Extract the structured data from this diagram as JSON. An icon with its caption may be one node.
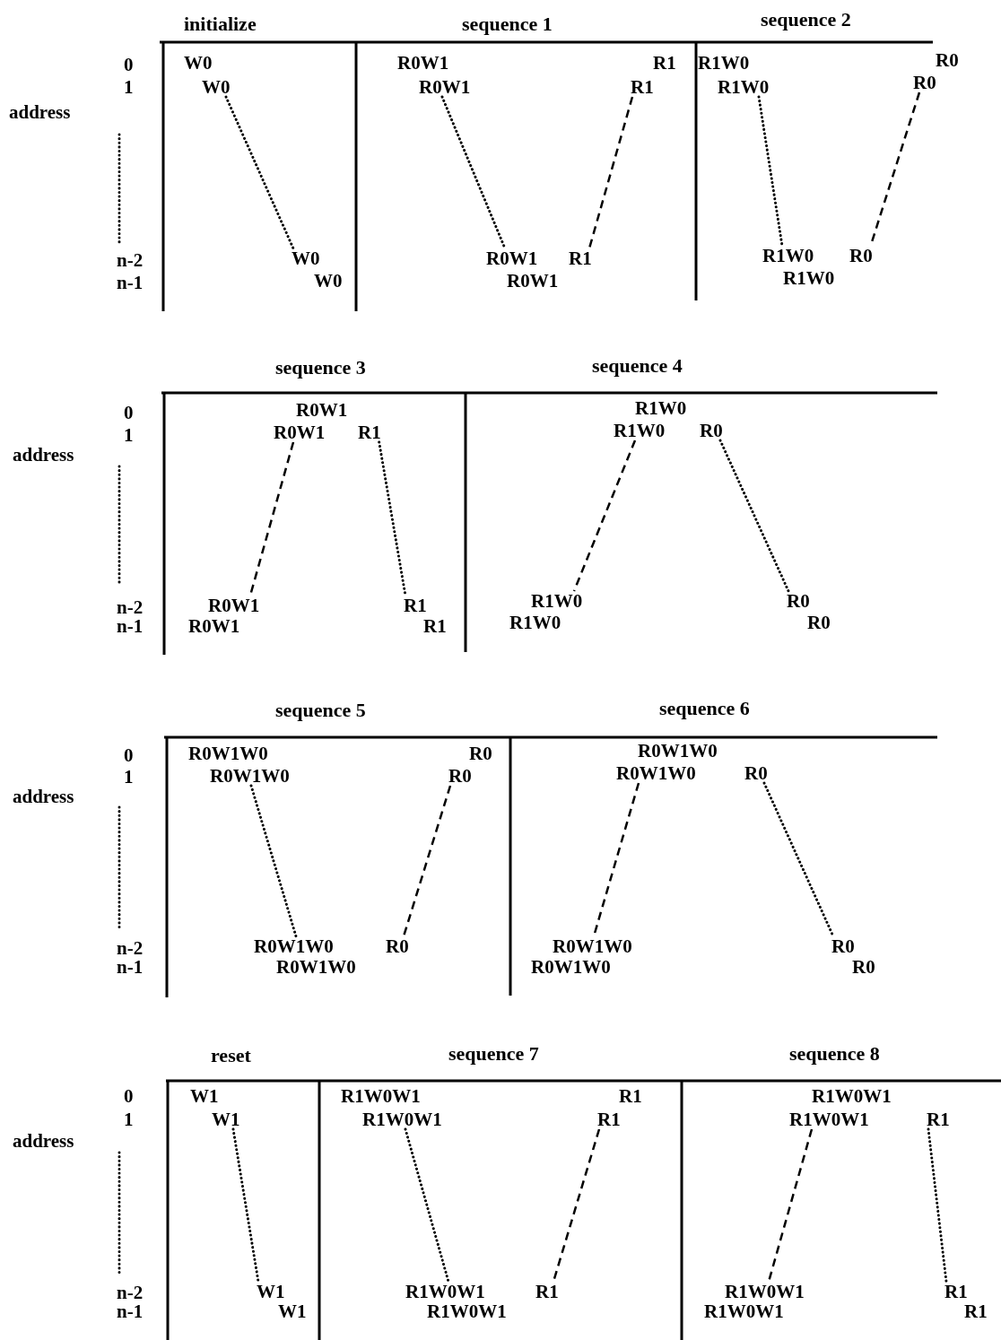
{
  "diagram": {
    "nodes": [
      {
        "text": [
          "W0"
        ]
      },
      {
        "text": [
          "W0"
        ]
      },
      {
        "text": [
          "W0"
        ]
      },
      {
        "text": [
          "W0"
        ]
      },
      {
        "text": [
          "R0W1"
        ]
      },
      {
        "text": [
          "R1"
        ]
      },
      {
        "text": [
          "R0W1"
        ]
      },
      {
        "text": [
          "R1"
        ]
      },
      {
        "text": [
          "R0W1"
        ]
      },
      {
        "text": [
          "R1"
        ]
      },
      {
        "text": [
          "R0W1"
        ]
      },
      {
        "text": [
          "R1W0"
        ]
      },
      {
        "text": [
          "R0"
        ]
      },
      {
        "text": [
          "R1W0"
        ]
      },
      {
        "text": [
          "R0"
        ]
      },
      {
        "text": [
          "R1W0"
        ]
      },
      {
        "text": [
          "R0"
        ]
      },
      {
        "text": [
          "R1W0"
        ]
      },
      {
        "text": [
          "R0W1"
        ]
      },
      {
        "text": [
          "R0W1"
        ]
      },
      {
        "text": [
          "R1"
        ]
      },
      {
        "text": [
          "R0W1"
        ]
      },
      {
        "text": [
          "R1"
        ]
      },
      {
        "text": [
          "R0W1"
        ]
      },
      {
        "text": [
          "R1"
        ]
      },
      {
        "text": [
          "R1W0"
        ]
      },
      {
        "text": [
          "R1W0"
        ]
      },
      {
        "text": [
          "R0"
        ]
      },
      {
        "text": [
          "R1W0"
        ]
      },
      {
        "text": [
          "R0"
        ]
      },
      {
        "text": [
          "R1W0"
        ]
      },
      {
        "text": [
          "R0"
        ]
      },
      {
        "text": [
          "R0W1W0"
        ]
      },
      {
        "text": [
          "R0"
        ]
      },
      {
        "text": [
          "R0W1W0"
        ]
      },
      {
        "text": [
          "R0"
        ]
      },
      {
        "text": [
          "R0W1W0"
        ]
      },
      {
        "text": [
          "R0"
        ]
      },
      {
        "text": [
          "R0W1W0"
        ]
      },
      {
        "text": [
          "R0W1W0"
        ]
      },
      {
        "text": [
          "R0W1W0"
        ]
      },
      {
        "text": [
          "R0"
        ]
      },
      {
        "text": [
          "R0W1W0"
        ]
      },
      {
        "text": [
          "R0"
        ]
      },
      {
        "text": [
          "R0W1W0"
        ]
      },
      {
        "text": [
          "R0"
        ]
      },
      {
        "text": [
          "W1"
        ]
      },
      {
        "text": [
          "W1"
        ]
      },
      {
        "text": [
          "W1"
        ]
      },
      {
        "text": [
          "W1"
        ]
      },
      {
        "text": [
          "R1W0W1"
        ]
      },
      {
        "text": [
          "R1"
        ]
      },
      {
        "text": [
          "R1W0W1"
        ]
      },
      {
        "text": [
          "R1"
        ]
      },
      {
        "text": [
          "R1W0W1"
        ]
      },
      {
        "text": [
          "R1"
        ]
      },
      {
        "text": [
          "R1W0W1"
        ]
      },
      {
        "text": [
          "R1W0W1"
        ]
      },
      {
        "text": [
          "R1W0W1"
        ]
      },
      {
        "text": [
          "R1"
        ]
      },
      {
        "text": [
          "R1W0W1"
        ]
      },
      {
        "text": [
          "R1"
        ]
      },
      {
        "text": [
          "R1W0W1"
        ]
      },
      {
        "text": [
          "R1"
        ]
      }
    ],
    "edges": [
      {
        "from": 1,
        "to": 2,
        "arrow": "none"
      },
      {
        "from": 6,
        "to": 8,
        "arrow": "none"
      },
      {
        "from": 7,
        "to": 9,
        "arrow": "none",
        "style": "dashed"
      },
      {
        "from": 13,
        "to": 15,
        "arrow": "none"
      },
      {
        "from": 14,
        "to": 16,
        "arrow": "none",
        "style": "dashed"
      },
      {
        "from": 19,
        "to": 21,
        "arrow": "none",
        "style": "dashed"
      },
      {
        "from": 20,
        "to": 22,
        "arrow": "none"
      },
      {
        "from": 26,
        "to": 28,
        "arrow": "none",
        "style": "dashed"
      },
      {
        "from": 27,
        "to": 29,
        "arrow": "none"
      },
      {
        "from": 34,
        "to": 36,
        "arrow": "none"
      },
      {
        "from": 35,
        "to": 37,
        "arrow": "none",
        "style": "dashed"
      },
      {
        "from": 40,
        "to": 42,
        "arrow": "none",
        "style": "dashed"
      },
      {
        "from": 41,
        "to": 43,
        "arrow": "none"
      },
      {
        "from": 47,
        "to": 48,
        "arrow": "none"
      },
      {
        "from": 52,
        "to": 54,
        "arrow": "none"
      },
      {
        "from": 53,
        "to": 55,
        "arrow": "none",
        "style": "dashed"
      },
      {
        "from": 58,
        "to": 60,
        "arrow": "none",
        "style": "dashed"
      },
      {
        "from": 59,
        "to": 61,
        "arrow": "none"
      }
    ],
    "labels": [
      "initialize",
      "sequence 1",
      "sequence 2",
      "0",
      "1",
      "address",
      "n-2",
      "n-1",
      "sequence 3",
      "sequence 4",
      "0",
      "1",
      "address",
      "n-2",
      "n-1",
      "sequence 5",
      "sequence 6",
      "0",
      "1",
      "address",
      "n-2",
      "n-1",
      "reset",
      "sequence 7",
      "sequence 8",
      "0",
      "1",
      "address",
      "n-2",
      "n-1"
    ]
  }
}
